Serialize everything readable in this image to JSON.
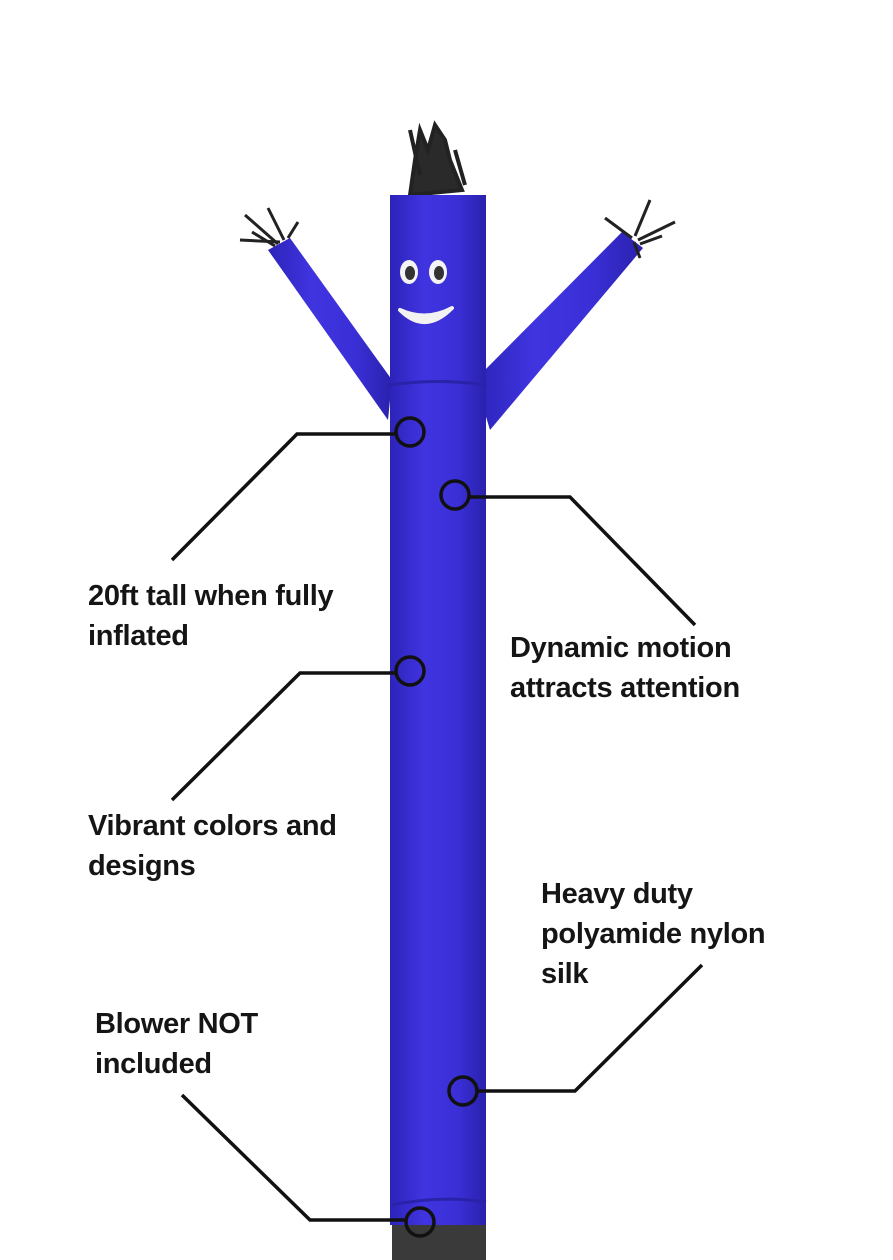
{
  "colors": {
    "body": "#3b30d8",
    "body_shade": "#2a22b0",
    "line": "#111111",
    "base": "#3a3a3a"
  },
  "callouts": [
    {
      "lines": [
        "20ft tall when fully",
        "inflated"
      ]
    },
    {
      "lines": [
        "Dynamic motion",
        "attracts attention"
      ]
    },
    {
      "lines": [
        "Vibrant colors and",
        "designs"
      ]
    },
    {
      "lines": [
        "Heavy duty",
        "polyamide nylon",
        "silk"
      ]
    },
    {
      "lines": [
        "Blower NOT",
        "included"
      ]
    }
  ]
}
